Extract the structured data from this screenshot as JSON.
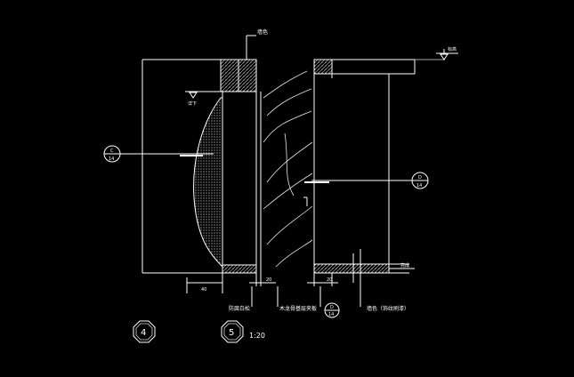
{
  "drawing": {
    "background": "#000000",
    "line_color": "#ffffff",
    "labels": {
      "top_material": "墙色",
      "top_right_level": "标高",
      "left_level": "详下",
      "bottom_right_level": "完成",
      "bottom_dim_left": "40",
      "bottom_dim_mid1": "20",
      "bottom_dim_mid2": "20",
      "note_1": "防腐白松",
      "note_2": "木龙骨基层夹板",
      "note_3": "墙色（饰纹刷漆）"
    },
    "refs": [
      {
        "top": "C",
        "bottom": "14"
      },
      {
        "top": "D",
        "bottom": "14"
      },
      {
        "top": "D",
        "bottom": "14"
      }
    ],
    "section_marks": [
      "4",
      "5"
    ],
    "scale_text": "1:20"
  }
}
